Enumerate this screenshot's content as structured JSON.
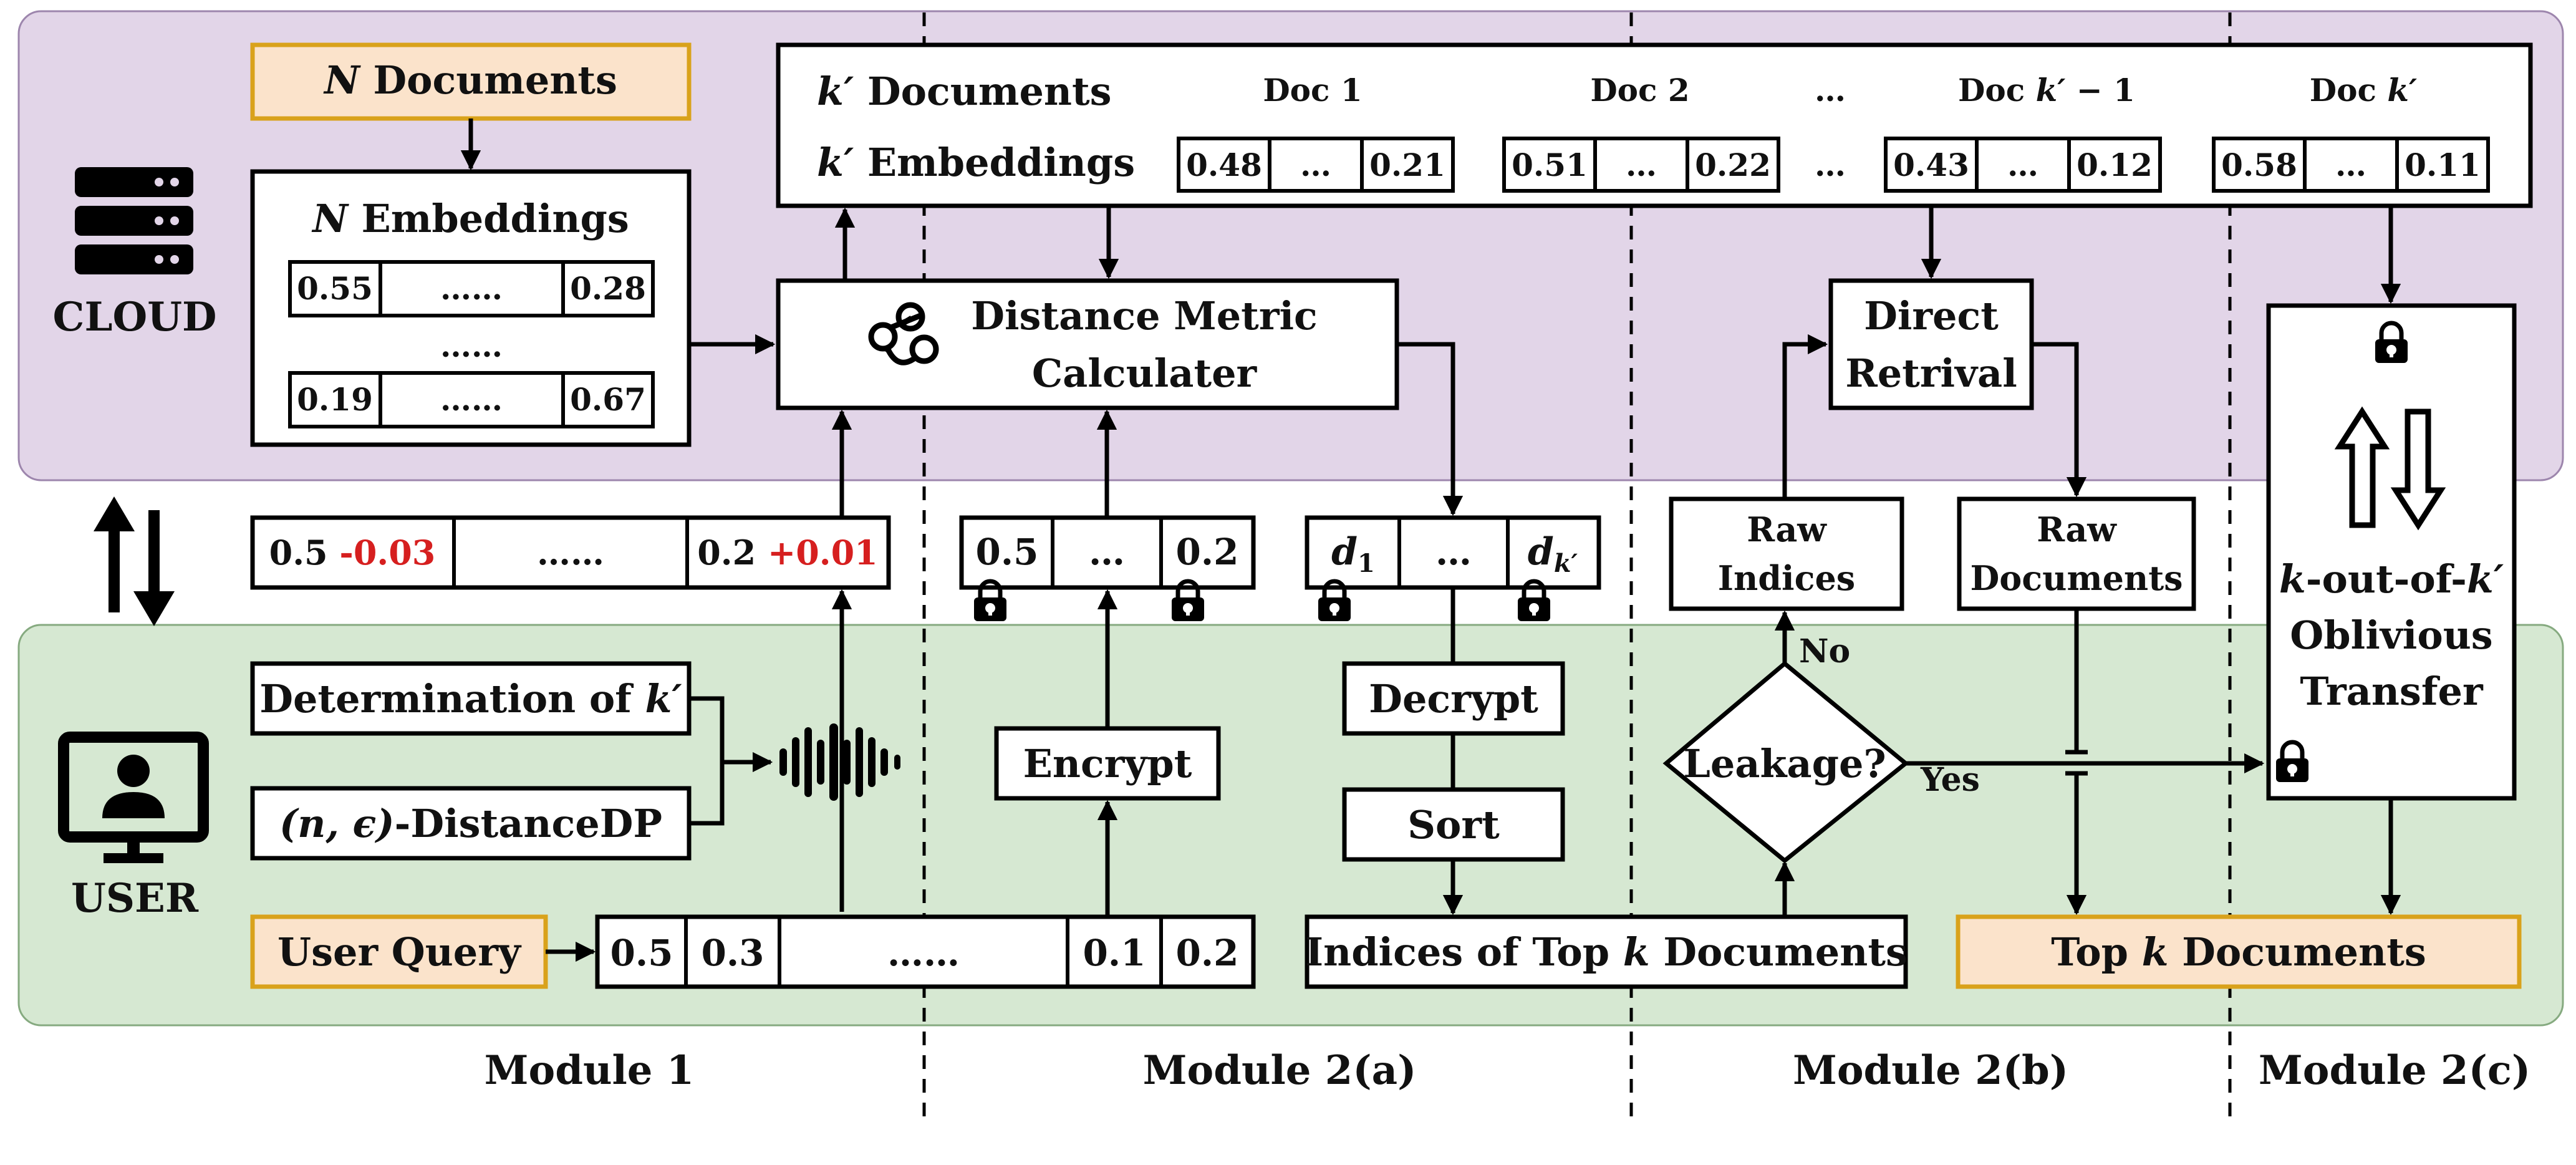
{
  "colors": {
    "cloud_bg": "#e2d5e8",
    "cloud_border": "#9d86ad",
    "user_bg": "#d6e8d2",
    "user_border": "#86aa80",
    "highlight_fill": "#fbe3cb",
    "highlight_border": "#d9a21b",
    "stroke": "#000000",
    "noise": "#d61f1f"
  },
  "labels": {
    "cloud": "CLOUD",
    "user": "USER",
    "n_documents_pre": "N",
    "n_documents_post": " Documents",
    "n_embeddings_pre": "N",
    "n_embeddings_post": " Embeddings",
    "k_documents_pre": "k′",
    "k_documents_post": " Documents",
    "k_embeddings_pre": "k′",
    "k_embeddings_post": " Embeddings",
    "distance_metric_1": "Distance Metric",
    "distance_metric_2": "Calculater",
    "direct_retrival_1": "Direct",
    "direct_retrival_2": "Retrival",
    "ot_k1": "k",
    "ot_mid": "-out-of-",
    "ot_k2": "k′",
    "ot_line2": "Oblivious",
    "ot_line3": "Transfer",
    "determination_pre": "Determination of ",
    "determination_var": "k′",
    "distancedp_pre": "(n, ϵ)",
    "distancedp_post": "-DistanceDP",
    "user_query": "User Query",
    "encrypt": "Encrypt",
    "decrypt": "Decrypt",
    "sort": "Sort",
    "indices_top_pre": "Indices of Top ",
    "indices_top_var": "k",
    "indices_top_post": " Documents",
    "raw_indices_1": "Raw",
    "raw_indices_2": "Indices",
    "raw_documents_1": "Raw",
    "raw_documents_2": "Documents",
    "leakage": "Leakage?",
    "no": "No",
    "yes": "Yes",
    "top_k_pre": "Top ",
    "top_k_var": "k",
    "top_k_post": " Documents",
    "ellipsis": "…",
    "ellipsis_long": "……"
  },
  "doc_headers": {
    "doc1": "Doc 1",
    "doc2": "Doc 2",
    "doc_km1_pre": "Doc ",
    "doc_km1_var": "k′",
    "doc_km1_post": " − 1",
    "doc_k_pre": "Doc ",
    "doc_k_var": "k′"
  },
  "embeddings": {
    "row1": [
      "0.55",
      "……",
      "0.28"
    ],
    "row2": [
      "0.19",
      "……",
      "0.67"
    ],
    "vdots": "……",
    "doc1": [
      "0.48",
      "…",
      "0.21"
    ],
    "doc2": [
      "0.51",
      "…",
      "0.22"
    ],
    "doc_km1": [
      "0.43",
      "…",
      "0.12"
    ],
    "doc_k": [
      "0.58",
      "…",
      "0.11"
    ]
  },
  "noisy_vector": {
    "first_base": "0.5 ",
    "first_noise": "-0.03",
    "mid": "……",
    "last_base": "0.2 ",
    "last_noise": "+0.01"
  },
  "encrypted_vector": [
    "0.5",
    "…",
    "0.2"
  ],
  "distance_vector": {
    "d1_base": "d",
    "d1_sub": "1",
    "mid": "…",
    "dk_base": "d",
    "dk_sub": "k′"
  },
  "query_vector": [
    "0.5",
    "0.3",
    "……",
    "0.1",
    "0.2"
  ],
  "modules": [
    "Module 1",
    "Module 2(a)",
    "Module 2(b)",
    "Module 2(c)"
  ]
}
